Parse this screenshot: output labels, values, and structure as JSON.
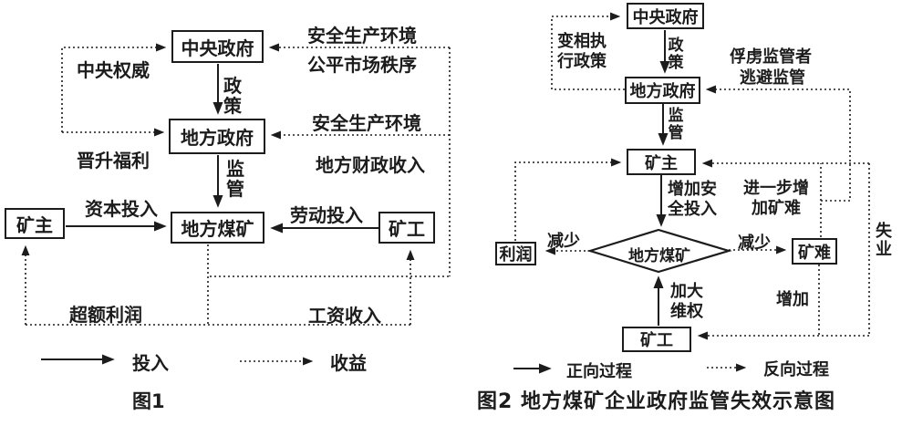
{
  "colors": {
    "ink": "#1c1c1c",
    "background": "#ffffff"
  },
  "figure1": {
    "caption": "图1",
    "nodes": {
      "central_gov": "中央政府",
      "local_gov": "地方政府",
      "local_mine": "地方煤矿",
      "mine_owner": "矿主",
      "miner": "矿工"
    },
    "labels": {
      "safety_env_top": "安全生产环境",
      "fair_market_order": "公平市场秩序",
      "central_authority": "中央权威",
      "policy": "政策",
      "safety_env_mid": "安全生产环境",
      "promotion_welfare": "晋升福利",
      "local_fiscal_revenue": "地方财政收入",
      "supervision": "监管",
      "capital_input": "资本投入",
      "labor_input": "劳动投入",
      "excess_profit": "超额利润",
      "wage_income": "工资收入"
    },
    "legend": {
      "solid_label": "投入",
      "dotted_label": "收益"
    }
  },
  "figure2": {
    "caption": "图2 地方煤矿企业政府监管失效示意图",
    "nodes": {
      "central_gov": "中央政府",
      "local_gov": "地方政府",
      "mine_owner": "矿主",
      "local_mine": "地方煤矿",
      "profit": "利润",
      "mine_disaster": "矿难",
      "miner": "矿工"
    },
    "labels": {
      "policy": "政策",
      "disguised_policy_implementation": "变相执行政策",
      "capture_regulators": "俘虏监管者",
      "evade_regulation": "逃避监管",
      "supervision": "监管",
      "increase_safety_input": "增加安全投入",
      "further_increase_disasters": "进一步增加矿难",
      "decrease_left": "减少",
      "decrease_right": "减少",
      "increase_rights_protection": "加大维权",
      "increase": "增加",
      "unemployment": "失业"
    },
    "legend": {
      "solid_label": "正向过程",
      "dotted_label": "反向过程"
    }
  }
}
